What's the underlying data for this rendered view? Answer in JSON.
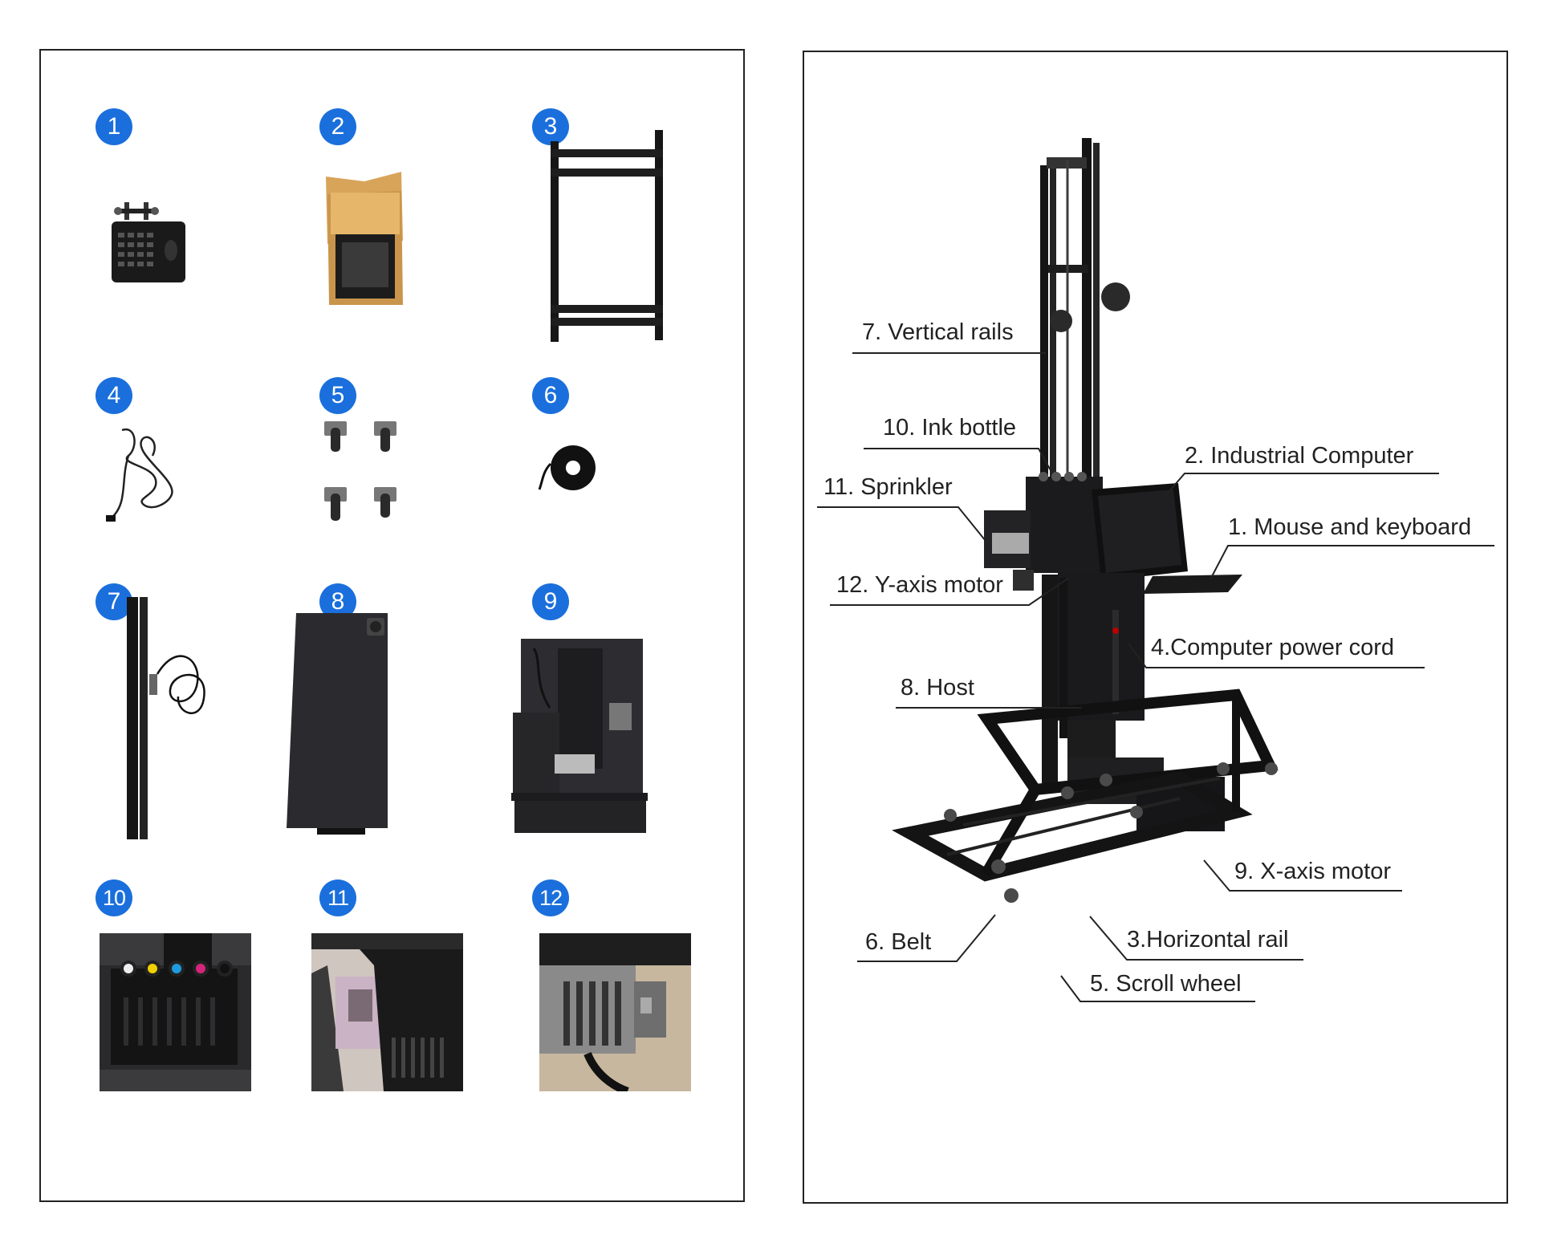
{
  "parts_grid": {
    "items": [
      {
        "number": "1",
        "icon": "mouse-keyboard-tray-icon"
      },
      {
        "number": "2",
        "icon": "industrial-computer-box-icon"
      },
      {
        "number": "3",
        "icon": "horizontal-rail-frame-icon"
      },
      {
        "number": "4",
        "icon": "power-cord-icon"
      },
      {
        "number": "5",
        "icon": "scroll-wheels-icon"
      },
      {
        "number": "6",
        "icon": "belt-roll-icon"
      },
      {
        "number": "7",
        "icon": "vertical-rail-icon"
      },
      {
        "number": "8",
        "icon": "host-board-icon"
      },
      {
        "number": "9",
        "icon": "x-axis-motor-icon"
      },
      {
        "number": "10",
        "icon": "ink-bottle-icon"
      },
      {
        "number": "11",
        "icon": "sprinkler-icon"
      },
      {
        "number": "12",
        "icon": "y-axis-motor-icon"
      }
    ]
  },
  "assembly": {
    "labels": [
      {
        "id": "vertical-rails",
        "text": "7. Vertical rails"
      },
      {
        "id": "ink-bottle",
        "text": "10. Ink bottle"
      },
      {
        "id": "industrial-computer",
        "text": "2. Industrial Computer"
      },
      {
        "id": "sprinkler",
        "text": "11. Sprinkler"
      },
      {
        "id": "mouse-keyboard",
        "text": "1.  Mouse and keyboard"
      },
      {
        "id": "y-axis-motor",
        "text": "12. Y-axis motor"
      },
      {
        "id": "computer-power-cord",
        "text": "4.Computer power cord"
      },
      {
        "id": "host",
        "text": "8. Host"
      },
      {
        "id": "x-axis-motor",
        "text": "9. X-axis motor"
      },
      {
        "id": "belt",
        "text": "6. Belt"
      },
      {
        "id": "horizontal-rail",
        "text": "3.Horizontal rail"
      },
      {
        "id": "scroll-wheel",
        "text": "5. Scroll wheel"
      }
    ]
  },
  "colors": {
    "badge": "#1a6fdc",
    "machine": "#1b1b1b",
    "border": "#222222"
  }
}
